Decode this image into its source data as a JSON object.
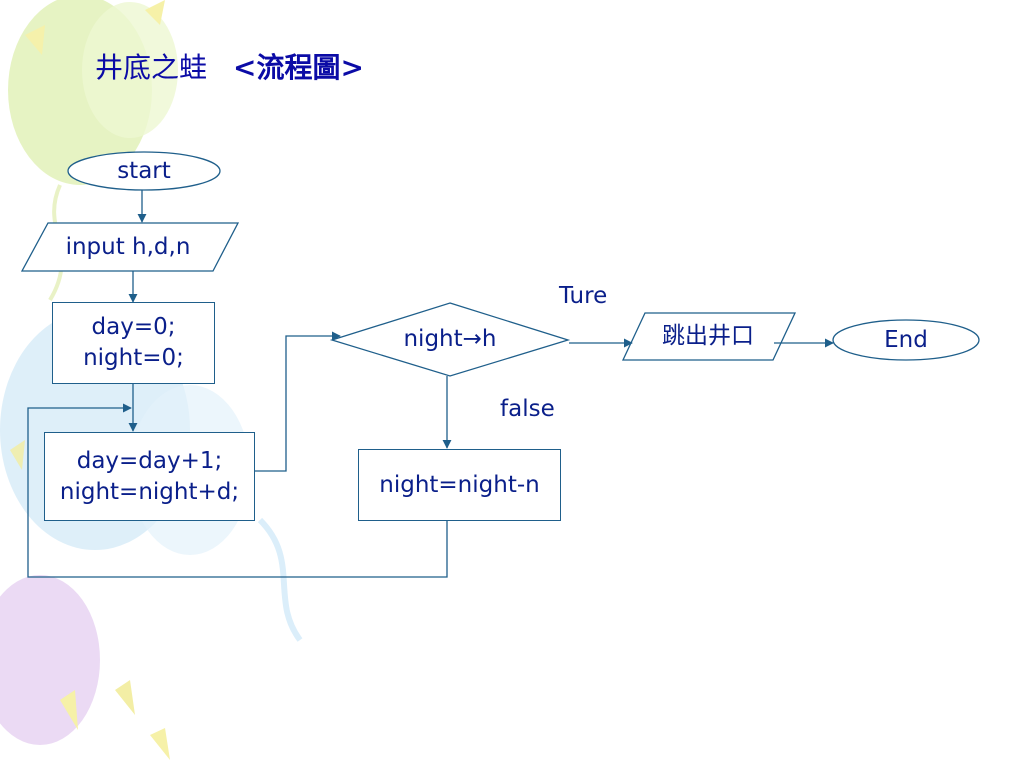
{
  "slide": {
    "title_main": "井底之蛙",
    "title_sub": "<流程圖>"
  },
  "flowchart": {
    "nodes": {
      "start": "start",
      "input": "input h,d,n",
      "init_line1": "day=0;",
      "init_line2": "night=0;",
      "update_line1": "day=day+1;",
      "update_line2": "night=night+d;",
      "decision": "night→h",
      "slide_down": "night=night-n",
      "exit": "跳出井口",
      "end": "End"
    },
    "edge_labels": {
      "true_branch": "Ture",
      "false_branch": "false"
    }
  },
  "colors": {
    "line": "#1f5f8b",
    "text": "#0a1f8a",
    "title": "#0b0ba6",
    "balloon_green": "#e2f1b8",
    "balloon_blue": "#d6ebf8",
    "balloon_purple": "#e8d4f2",
    "ribbon_yellow": "#f6f1a8"
  }
}
